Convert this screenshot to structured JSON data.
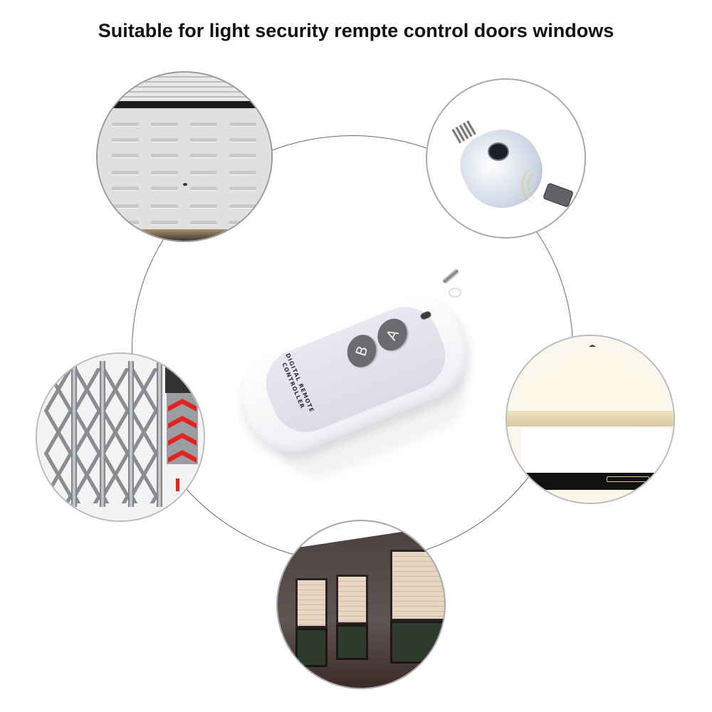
{
  "title": "Suitable for light security rempte control doors windows",
  "remote": {
    "label_line1": "DIGITAL REMOTE",
    "label_line2": "CONTROLLER",
    "buttons": [
      {
        "id": "A",
        "label": "A"
      },
      {
        "id": "B",
        "label": "B"
      }
    ],
    "body_color": "#ffffff",
    "face_color": "#dcdce8",
    "button_color": "#6b6b70"
  },
  "applications": [
    {
      "name": "garage-door",
      "position": "top-left"
    },
    {
      "name": "remote-light-bulb",
      "position": "top-right"
    },
    {
      "name": "retractable-gate",
      "position": "middle-left"
    },
    {
      "name": "house-garage",
      "position": "middle-right"
    },
    {
      "name": "roller-shutter-windows",
      "position": "bottom-center"
    }
  ],
  "colors": {
    "ring_line": "#6a6a6a",
    "gate_chevron": "#e3241e",
    "background": "#ffffff"
  }
}
